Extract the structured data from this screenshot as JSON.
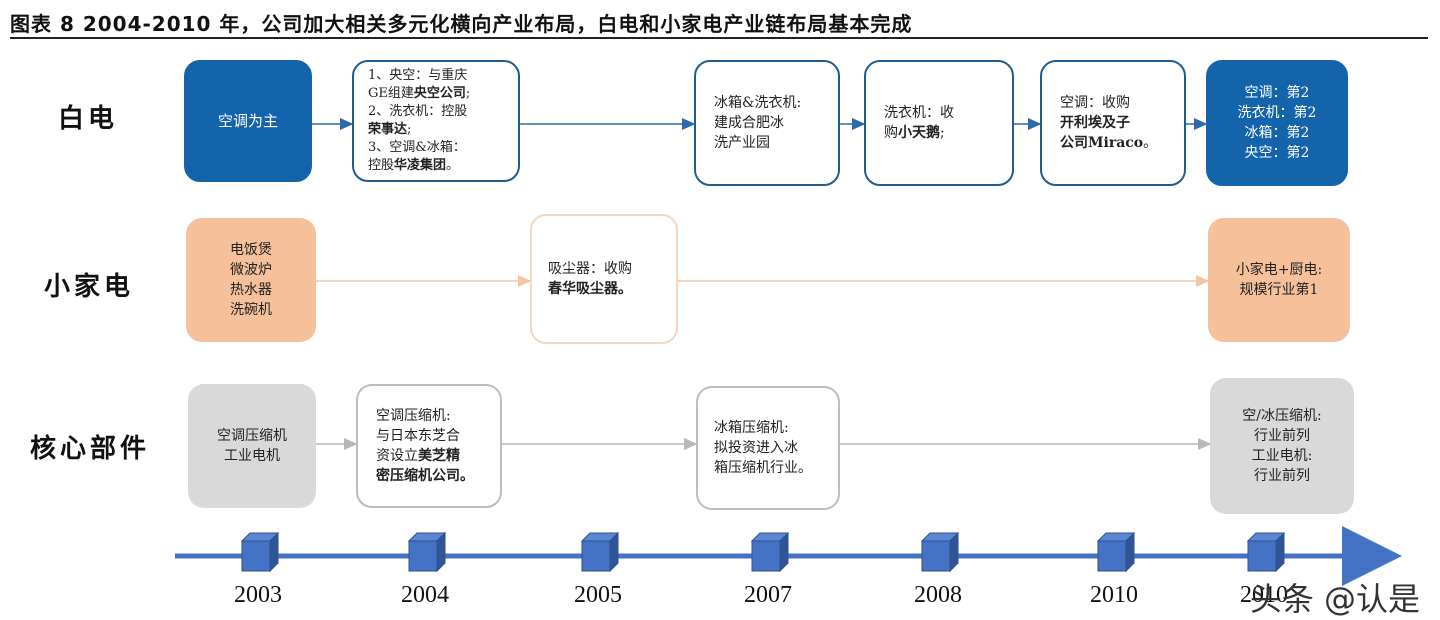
{
  "title": "图表 8 2004-2010 年，公司加大相关多元化横向产业布局，白电和小家电产业链布局基本完成",
  "rows": {
    "white": "白电",
    "small": "小家电",
    "core": "核心部件"
  },
  "white": {
    "b1": [
      "空调为主"
    ],
    "b2": [
      "1、央空：与重庆",
      "GE组建",
      "央空公司",
      ";",
      "2、洗衣机：控股",
      "荣事达",
      ";",
      "3、空调&冰箱：",
      "控股",
      "华凌集团",
      "。"
    ],
    "b3": [
      "冰箱&洗衣机:",
      "建成合肥冰",
      "洗产业园"
    ],
    "b4": [
      "洗衣机：收",
      "购",
      "小天鹅",
      ";"
    ],
    "b5": [
      "空调：收购",
      "开利埃及子",
      "公司Miraco",
      "。"
    ],
    "b6": [
      "空调：第2",
      "洗衣机：第2",
      "冰箱：第2",
      "央空：第2"
    ]
  },
  "small": {
    "b1": [
      "电饭煲",
      "微波炉",
      "热水器",
      "洗碗机"
    ],
    "b2": [
      "吸尘器：收购",
      "春华吸尘器。"
    ],
    "b3": [
      "小家电+厨电:",
      "规模行业第1"
    ]
  },
  "core": {
    "b1": [
      "空调压缩机",
      "工业电机"
    ],
    "b2": [
      "空调压缩机:",
      "与日本东芝合",
      "资设立",
      "美芝精",
      "密压缩机公司。"
    ],
    "b3": [
      "冰箱压缩机:",
      "拟投资进入冰",
      "箱压缩机行业。"
    ],
    "b4": [
      "空/冰压缩机:",
      "行业前列",
      "工业电机:",
      "行业前列"
    ]
  },
  "timeline": {
    "years": [
      "2003",
      "2004",
      "2005",
      "2007",
      "2008",
      "2010",
      "2010"
    ]
  },
  "watermark": "头条 @认是",
  "colors": {
    "blue": "#1464ab",
    "peach": "#f5c09a",
    "gray": "#d9d9d9",
    "timeline": "#4472c4"
  }
}
